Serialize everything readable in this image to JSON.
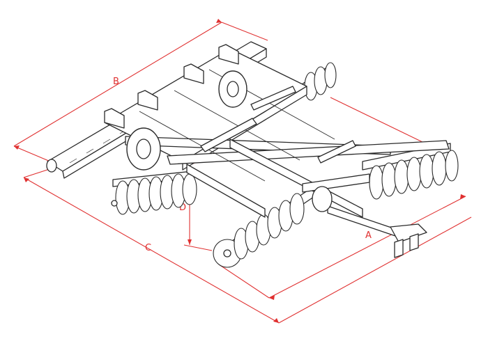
{
  "diagram": {
    "dimensions": [
      {
        "id": "A",
        "label": "A"
      },
      {
        "id": "B",
        "label": "B"
      },
      {
        "id": "C",
        "label": "C"
      },
      {
        "id": "D",
        "label": "D"
      }
    ],
    "colors": {
      "dimension": "#e03030",
      "drawing": "#2a2a2a",
      "background": "#ffffff"
    }
  }
}
